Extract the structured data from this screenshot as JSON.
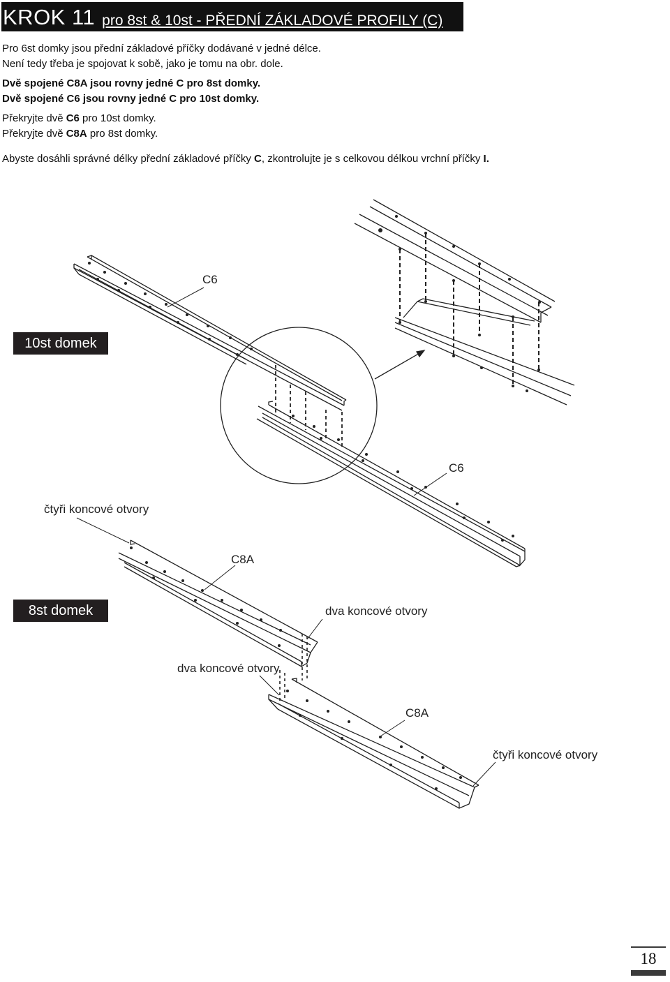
{
  "header": {
    "step": "KROK 11",
    "title": "pro 8st & 10st - PŘEDNÍ ZÁKLADOVÉ PROFILY (C)"
  },
  "intro": {
    "line1": "Pro 6st domky jsou přední základové příčky dodávané v jedné délce.",
    "line2": "Není tedy třeba je spojovat k sobě, jako je tomu na obr. dole.",
    "bold1": "Dvě spojené C8A  jsou rovny jedné C pro 8st domky.",
    "bold2": "Dvě spojené C6 jsou rovny jedné C pro 10st domky.",
    "overlap1": {
      "pre": "Překryjte dvě ",
      "code": "C6",
      "post": " pro 10st domky."
    },
    "overlap2": {
      "pre": "Překryjte dvě ",
      "code": "C8A",
      "post": " pro 8st domky."
    },
    "check": {
      "pre": "Abyste dosáhli správné délky přední základové příčky ",
      "code1": "C",
      "mid": ", zkontrolujte je s celkovou délkou vrchní příčky ",
      "code2": "I."
    }
  },
  "boxes": {
    "ten": "10st domek",
    "eight": "8st domek"
  },
  "labels": {
    "c6_top": "C6",
    "c6_bottom": "C6",
    "four_holes_left": "čtyři koncové otvory",
    "c8a_top": "C8A",
    "two_holes_right": "dva koncové otvory",
    "two_holes_left": "dva koncové otvory",
    "c8a_bottom": "C8A",
    "four_holes_right": "čtyři koncové otvory"
  },
  "page_number": "18"
}
